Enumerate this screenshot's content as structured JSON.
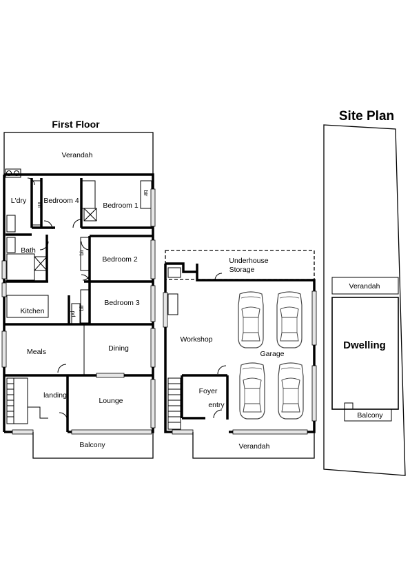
{
  "first_floor": {
    "title": "First Floor",
    "rooms": {
      "verandah": "Verandah",
      "laundry": "L'dry",
      "linen": "lin",
      "bedroom4": "Bedroom 4",
      "bedroom1": "Bedroom 1",
      "bir1": "bir",
      "bath": "Bath",
      "bedroom2": "Bedroom 2",
      "bir2": "bir",
      "kitchen": "Kitchen",
      "pantry": "pd",
      "bedroom3": "Bedroom 3",
      "bir3": "bir",
      "meals": "Meals",
      "dining": "Dining",
      "landing": "landing",
      "lounge": "Lounge",
      "balcony": "Balcony"
    }
  },
  "ground_floor": {
    "rooms": {
      "underhouse_storage_1": "Underhouse",
      "underhouse_storage_2": "Storage",
      "workshop": "Workshop",
      "garage": "Garage",
      "foyer": "Foyer",
      "entry": "entry",
      "verandah": "Verandah"
    }
  },
  "site_plan": {
    "title": "Site Plan",
    "verandah": "Verandah",
    "dwelling": "Dwelling",
    "balcony": "Balcony"
  },
  "colors": {
    "wall": "#000000",
    "background": "#ffffff",
    "window_fill": "#e6e6e6",
    "car": "#444444"
  }
}
